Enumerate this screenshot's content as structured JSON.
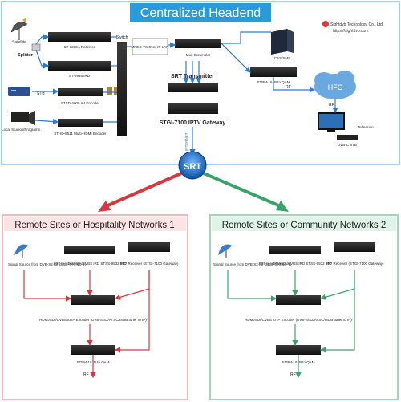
{
  "headend": {
    "title": "Centralized Headend",
    "brand": "Sightdvb Technology Co., Ltd",
    "url": "https://sightdvb.com",
    "satellite": "Satellite",
    "splitter": "Splitter",
    "stb": "STB",
    "local": "Local Studios/Programs",
    "receiver": "ST-3300A Receiver",
    "ird": "ST-9946 IRD",
    "av_encoder": "STSD-4000 AV Encoder",
    "hdmi_encoder": "STHD-8511 Multi-HDMI Encoder",
    "switch": "Switch",
    "mpeg_ts": "MPEG-TS Over IP LAN",
    "mux": "Mux-Scrambler",
    "srt_tx": "SRT Transmitter",
    "iptv_gw": "STGI-7100 IPTV Gateway",
    "cas": "CAS/SMS",
    "qam": "STPM-16 IP to QAM",
    "rf": "RF",
    "hfc": "HFC",
    "tv": "Television",
    "dvbc_stb": "DVB-C STB",
    "internet": "INTERNET",
    "srt": "SRT"
  },
  "left": {
    "title": "Remote Sites or Hospitality Networks 1",
    "source": "Signal Source from DVB-S2 (or ISDB-T/ATSC-T)",
    "ird": "SRT to HDMI/SDI/CVBS IRD STSS-9932 IRD",
    "receiver": "SRT Receiver (STGI-7100 Gateway)",
    "encoder": "HDMI/SDI/CVBS to IP Encoder (DVB-S/S2/ATSC/ISDB tuner to IP)",
    "qam": "STPM-16 IP to QAM",
    "rf": "RF"
  },
  "right": {
    "title": "Remote Sites or Community Networks 2",
    "source": "Signal Source from DVB-S2 (or ISDB-T/ATSC-T)",
    "ird": "SRT to HDMI/SDI/CVBS IRD STSS-9932 IRD",
    "receiver": "SRT Receiver (STGI-7100 Gateway)",
    "encoder": "HDMI/SDI/CVBS to IP Encoder (DVB-S/S2/ATSC/ISDB tuner to IP)",
    "qam": "STPM-16 IP to QAM",
    "rf": "RF"
  },
  "colors": {
    "headend_border": "#5aa9e6",
    "title_bar": "#2a9bd8",
    "left_bg": "#fde3e3",
    "right_bg": "#dff3e6",
    "red": "#d9363e",
    "green": "#3aa36a",
    "blue": "#2b7bd1"
  }
}
